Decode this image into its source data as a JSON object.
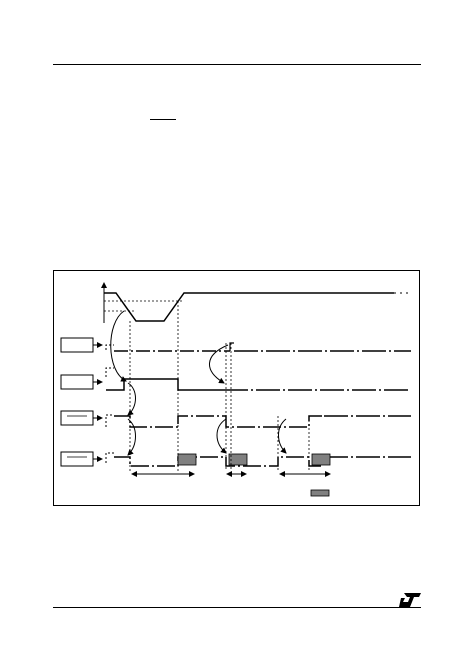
{
  "page": {
    "header_rule": true,
    "footer_rule": true
  },
  "figure": {
    "kind": "timing-diagram",
    "signal_count": 4,
    "legend_swatch_color": "#808080",
    "line_color": "#000000"
  },
  "logo": {
    "name": "st-logo",
    "text": "ST"
  }
}
